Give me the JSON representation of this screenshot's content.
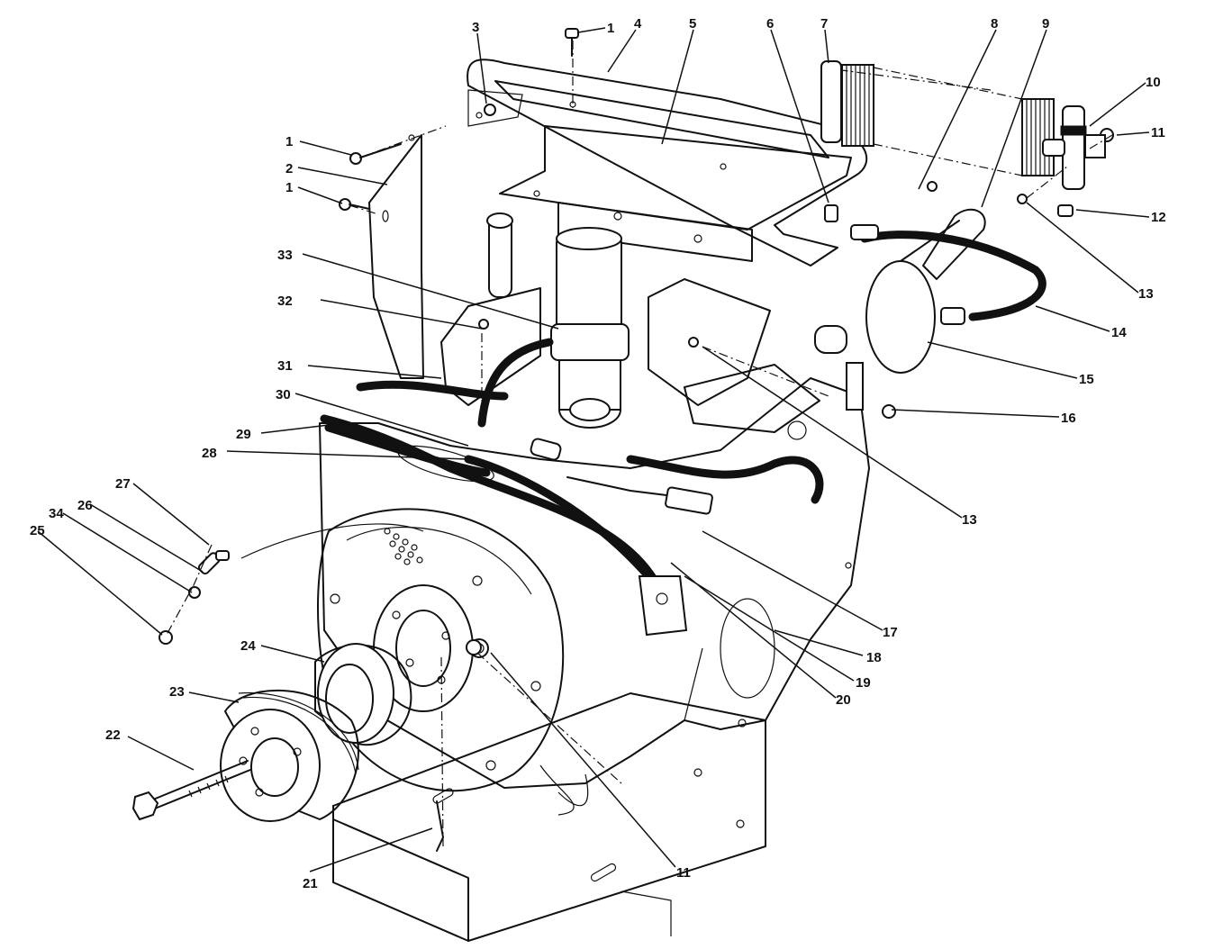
{
  "diagram": {
    "callouts": [
      {
        "id": "c1a",
        "text": "1"
      },
      {
        "id": "c4",
        "text": "4"
      },
      {
        "id": "c5",
        "text": "5"
      },
      {
        "id": "c3",
        "text": "3"
      },
      {
        "id": "c6",
        "text": "6"
      },
      {
        "id": "c7",
        "text": "7"
      },
      {
        "id": "c8",
        "text": "8"
      },
      {
        "id": "c9",
        "text": "9"
      },
      {
        "id": "c10",
        "text": "10"
      },
      {
        "id": "c11a",
        "text": "11"
      },
      {
        "id": "c12",
        "text": "12"
      },
      {
        "id": "c13a",
        "text": "13"
      },
      {
        "id": "c14",
        "text": "14"
      },
      {
        "id": "c15",
        "text": "15"
      },
      {
        "id": "c16",
        "text": "16"
      },
      {
        "id": "c13b",
        "text": "13"
      },
      {
        "id": "c17",
        "text": "17"
      },
      {
        "id": "c18",
        "text": "18"
      },
      {
        "id": "c19",
        "text": "19"
      },
      {
        "id": "c20",
        "text": "20"
      },
      {
        "id": "c11b",
        "text": "11"
      },
      {
        "id": "c21",
        "text": "21"
      },
      {
        "id": "c22",
        "text": "22"
      },
      {
        "id": "c23",
        "text": "23"
      },
      {
        "id": "c24",
        "text": "24"
      },
      {
        "id": "c25",
        "text": "25"
      },
      {
        "id": "c34",
        "text": "34"
      },
      {
        "id": "c26",
        "text": "26"
      },
      {
        "id": "c27",
        "text": "27"
      },
      {
        "id": "c28",
        "text": "28"
      },
      {
        "id": "c29",
        "text": "29"
      },
      {
        "id": "c30",
        "text": "30"
      },
      {
        "id": "c31",
        "text": "31"
      },
      {
        "id": "c32",
        "text": "32"
      },
      {
        "id": "c33",
        "text": "33"
      },
      {
        "id": "c1b",
        "text": "1"
      },
      {
        "id": "c2",
        "text": "2"
      },
      {
        "id": "c1c",
        "text": "1"
      }
    ]
  }
}
